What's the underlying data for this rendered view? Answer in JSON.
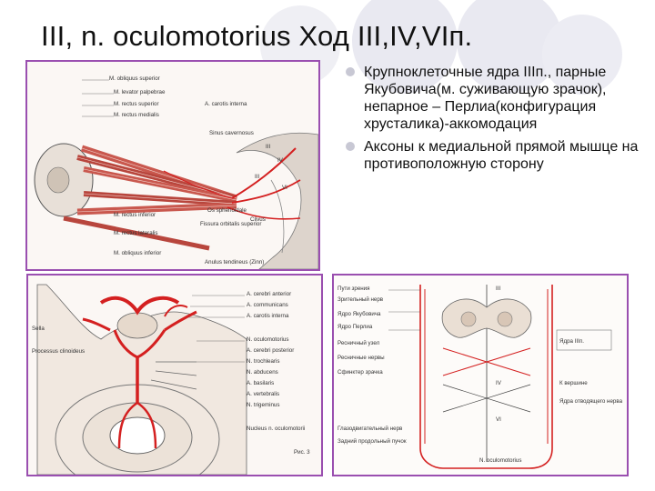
{
  "title": "III, n. oculomotorius Ход III,IV,VIп.",
  "bullets": [
    "Крупноклеточные ядра IIIп., парные Якубовича(м. суживающую зрачок), непарное – Перлиа(конфигурация хрусталика)-аккомодация",
    "Аксоны к медиальной прямой мышце на противоположную сторону"
  ],
  "figure1": {
    "labels": [
      "M. obliquus superior",
      "M. levator palpebrae",
      "M. rectus superior",
      "M. rectus medialis",
      "A. carotis interna",
      "Sinus cavernosus",
      "M. rectus inferior",
      "Fissura orbitalis superior",
      "M. rectus lateralis",
      "Os sphenoidale",
      "Clivus",
      "M. obliquus inferior",
      "Anulus tendineus (Zinn)"
    ],
    "numerals": [
      "III",
      "IV",
      "VI",
      "III"
    ]
  },
  "figure2": {
    "labels": [
      "A. cerebri anterior",
      "A. communicans",
      "A. carotis interna",
      "N. oculomotorius",
      "A. cerebri posterior",
      "N. trochlearis",
      "N. abducens",
      "A. basilaris",
      "A. vertebralis",
      "N. trigeminus",
      "Sella",
      "Processus clinoideus",
      "Nucleus n. oculomotorii"
    ],
    "caption": "Рис. 3"
  },
  "figure3": {
    "labels": [
      "Пути зрения",
      "Зрительный нерв",
      "Ядро Якубовича",
      "Ядро Перлиа",
      "Ресничный узел",
      "Ресничные нервы",
      "Сфинктер зрачка",
      "Глазодвигательный нерв",
      "Задний продольный пучок",
      "N. oculomotorius",
      "Ядра IIIп.",
      "К вершине",
      "Ядра отводящего нерва"
    ],
    "numerals": [
      "III",
      "IV",
      "VI"
    ]
  },
  "colors": {
    "accent_red": "#d42020",
    "frame": "#9a4fb0",
    "bullet": "#c8c8d4",
    "deco_circle": "#e4e4ee"
  }
}
